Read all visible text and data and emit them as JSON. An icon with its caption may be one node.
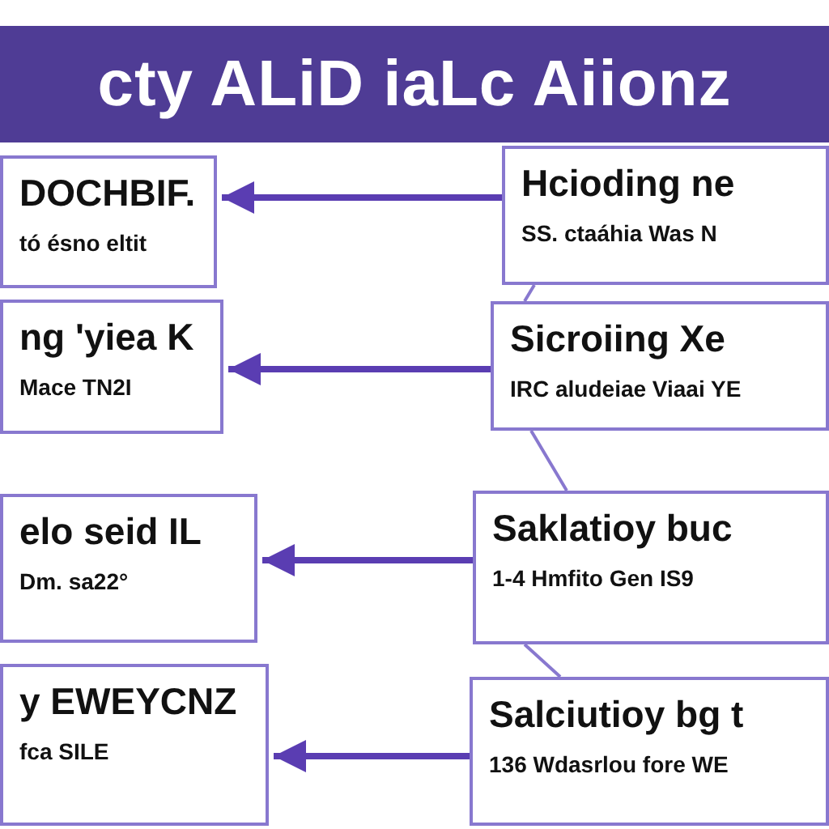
{
  "diagram": {
    "title": "cty ALiD iaLc Aiionz",
    "nodes": [
      {
        "text": [
          "DOCHBIF.",
          "tó ésno eltit"
        ]
      },
      {
        "text": [
          "Hcioding ne",
          "SS. ctaáhia Was N"
        ]
      },
      {
        "text": [
          "ng 'yiea K",
          "Mace TN2I"
        ]
      },
      {
        "text": [
          "Sicroiing Xe",
          "IRC aludeiae Viaai YE"
        ]
      },
      {
        "text": [
          "elo seid IL",
          "Dm. sa22°"
        ]
      },
      {
        "text": [
          "Saklatioy buc",
          "1-4 Hmfito Gen IS9"
        ]
      },
      {
        "text": [
          "y EWEYCNZ",
          "fca SILE"
        ]
      },
      {
        "text": [
          "Salciutioy bg t",
          "136 Wdasrlou fore WE"
        ]
      }
    ],
    "edges": [
      {
        "from": 1,
        "to": 0,
        "arrow": "to"
      },
      {
        "from": 3,
        "to": 2,
        "arrow": "to"
      },
      {
        "from": 5,
        "to": 4,
        "arrow": "to"
      },
      {
        "from": 7,
        "to": 6,
        "arrow": "to"
      },
      {
        "from": 1,
        "to": 3,
        "arrow": "none"
      },
      {
        "from": 3,
        "to": 5,
        "arrow": "none"
      },
      {
        "from": 5,
        "to": 7,
        "arrow": "none"
      }
    ]
  }
}
